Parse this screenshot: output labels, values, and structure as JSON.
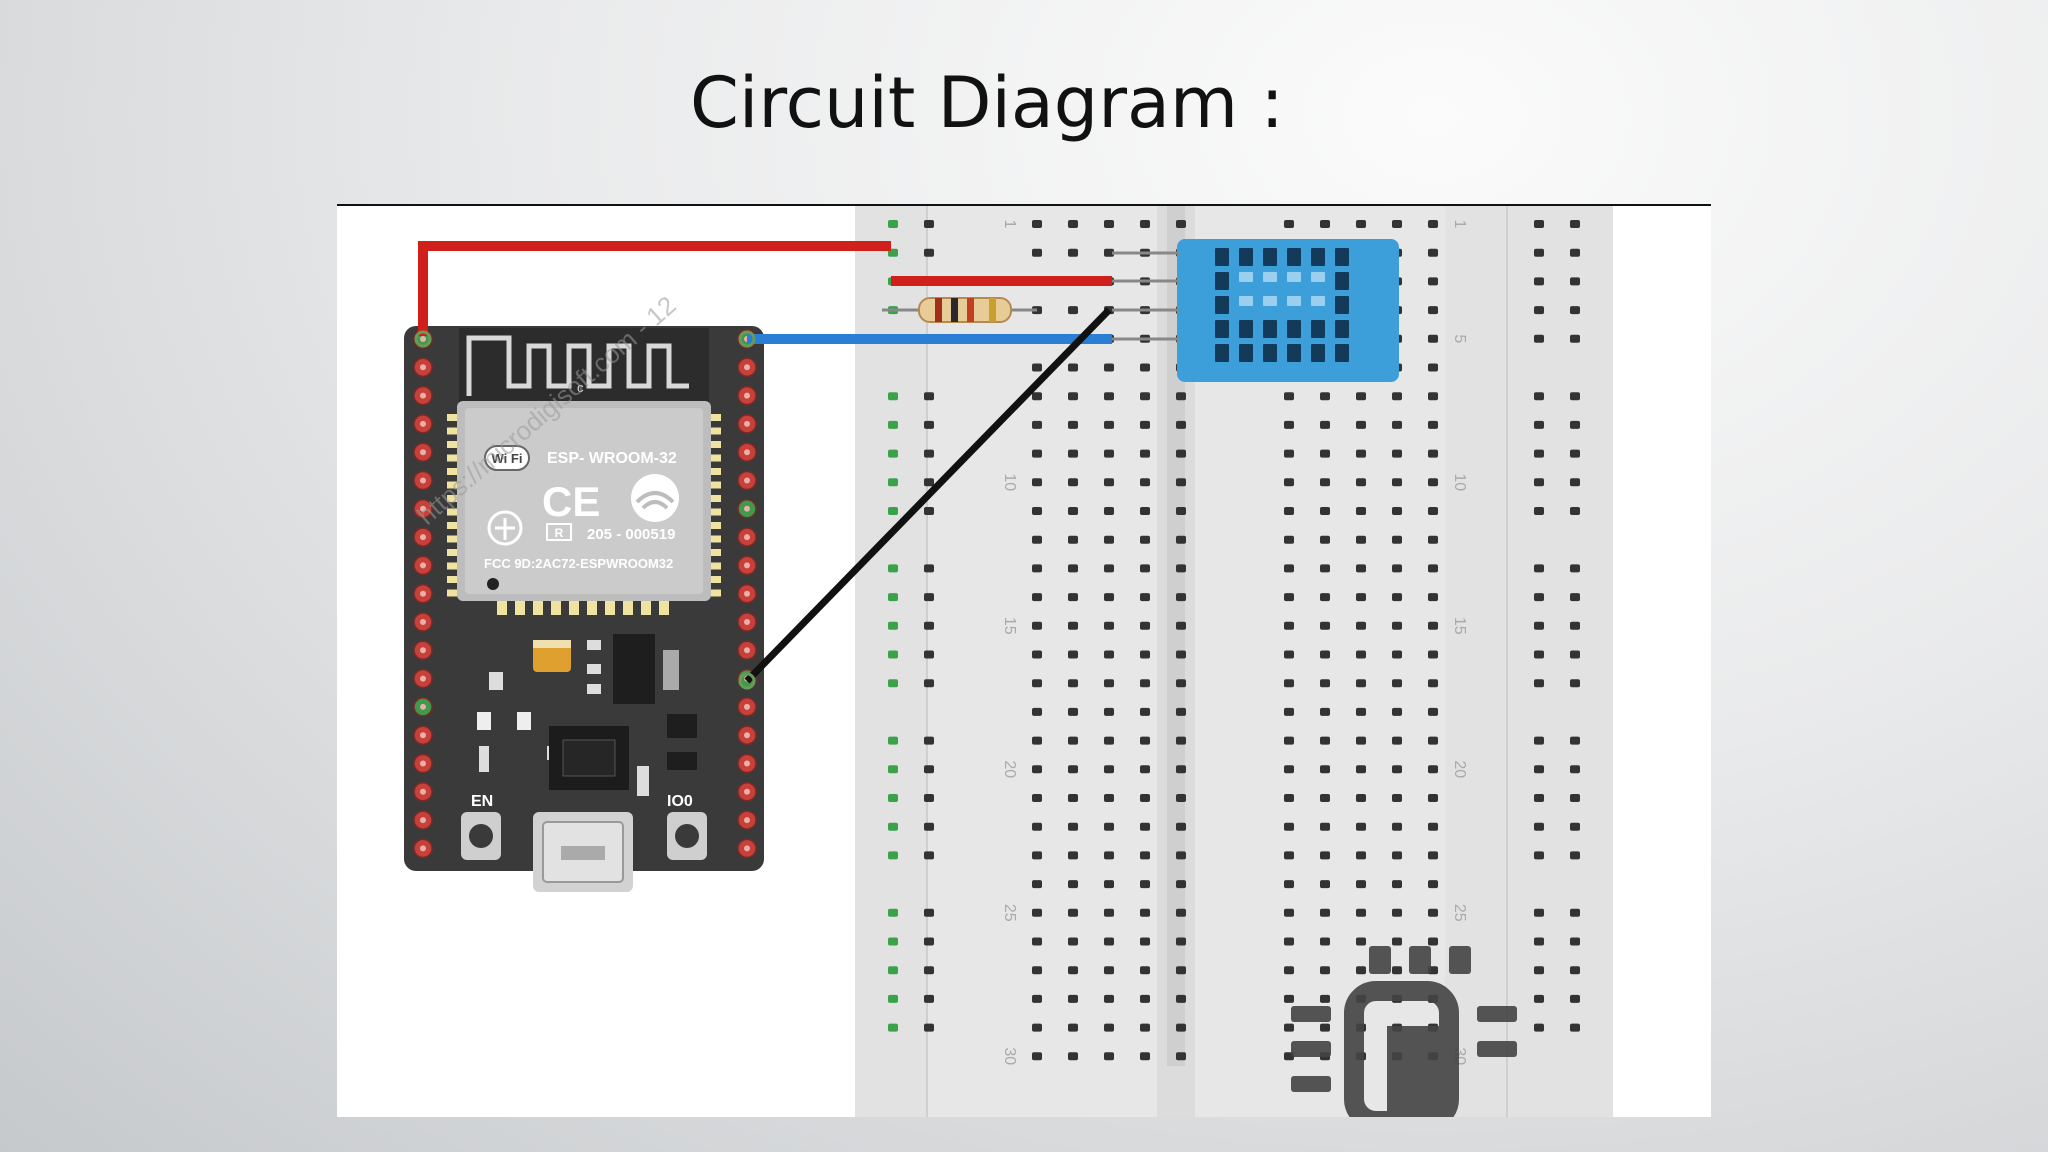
{
  "slide": {
    "title": "Circuit Diagram :"
  },
  "board": {
    "module_name": "ESP- WROOM-32",
    "cert_id": "205 - 000519",
    "fcc_id": "FCC 9D:2AC72-ESPWROOM32",
    "cert_letter": "R",
    "antenna_letter": "c",
    "en_label": "EN",
    "io0_label": "IO0",
    "wifi_badge": "Wi Fi",
    "ce_mark": "CE"
  },
  "breadboard": {
    "row_numbers": [
      "1",
      "5",
      "10",
      "15",
      "20",
      "25",
      "30"
    ]
  },
  "watermark": {
    "text": "https://microdigisoft.com - 12"
  },
  "colors": {
    "board": "#3a3a3a",
    "module_shield": "#c9c9c9",
    "sensor": "#3d9fd9",
    "wire_red": "#d0201c",
    "wire_blue": "#2a7fd4",
    "wire_black": "#111111",
    "pin_red": "#c8403a",
    "pin_green": "#3f9a4a"
  }
}
